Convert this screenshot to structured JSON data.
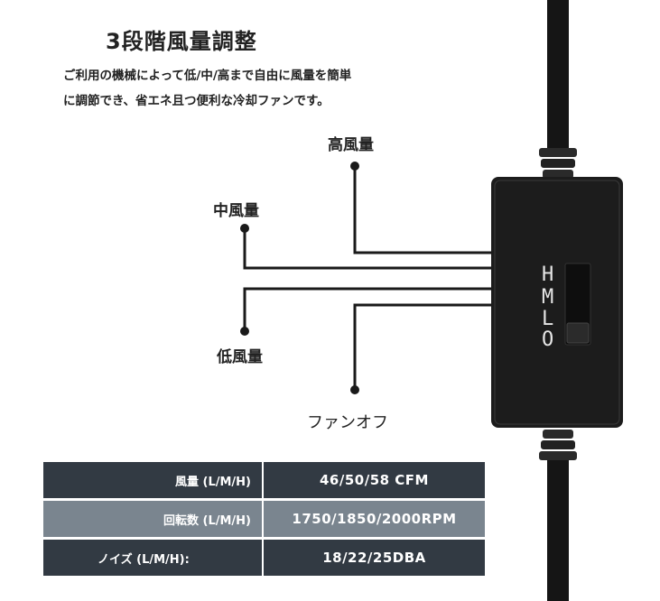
{
  "title": "3段階風量調整",
  "description": {
    "line1": "ご利用の機械によって低/中/高まで自由に風量を簡単",
    "line2": "に調節でき、省エネ且つ便利な冷却ファンです。"
  },
  "labels": {
    "high": "高風量",
    "mid": "中風量",
    "low": "低風量",
    "off": "ファンオフ"
  },
  "switch_letters": [
    "H",
    "M",
    "L",
    "O"
  ],
  "specs": [
    {
      "key": "風量 (L/M/H)",
      "value": "46/50/58 CFM"
    },
    {
      "key": "回転数 (L/M/H)",
      "value": "1750/1850/2000RPM"
    },
    {
      "key": "ノイズ (L/M/H):",
      "value": "18/22/25DBA"
    }
  ],
  "colors": {
    "table_dark": "#323a43",
    "table_mid": "#7a858f",
    "device": "#1c1c1c"
  }
}
